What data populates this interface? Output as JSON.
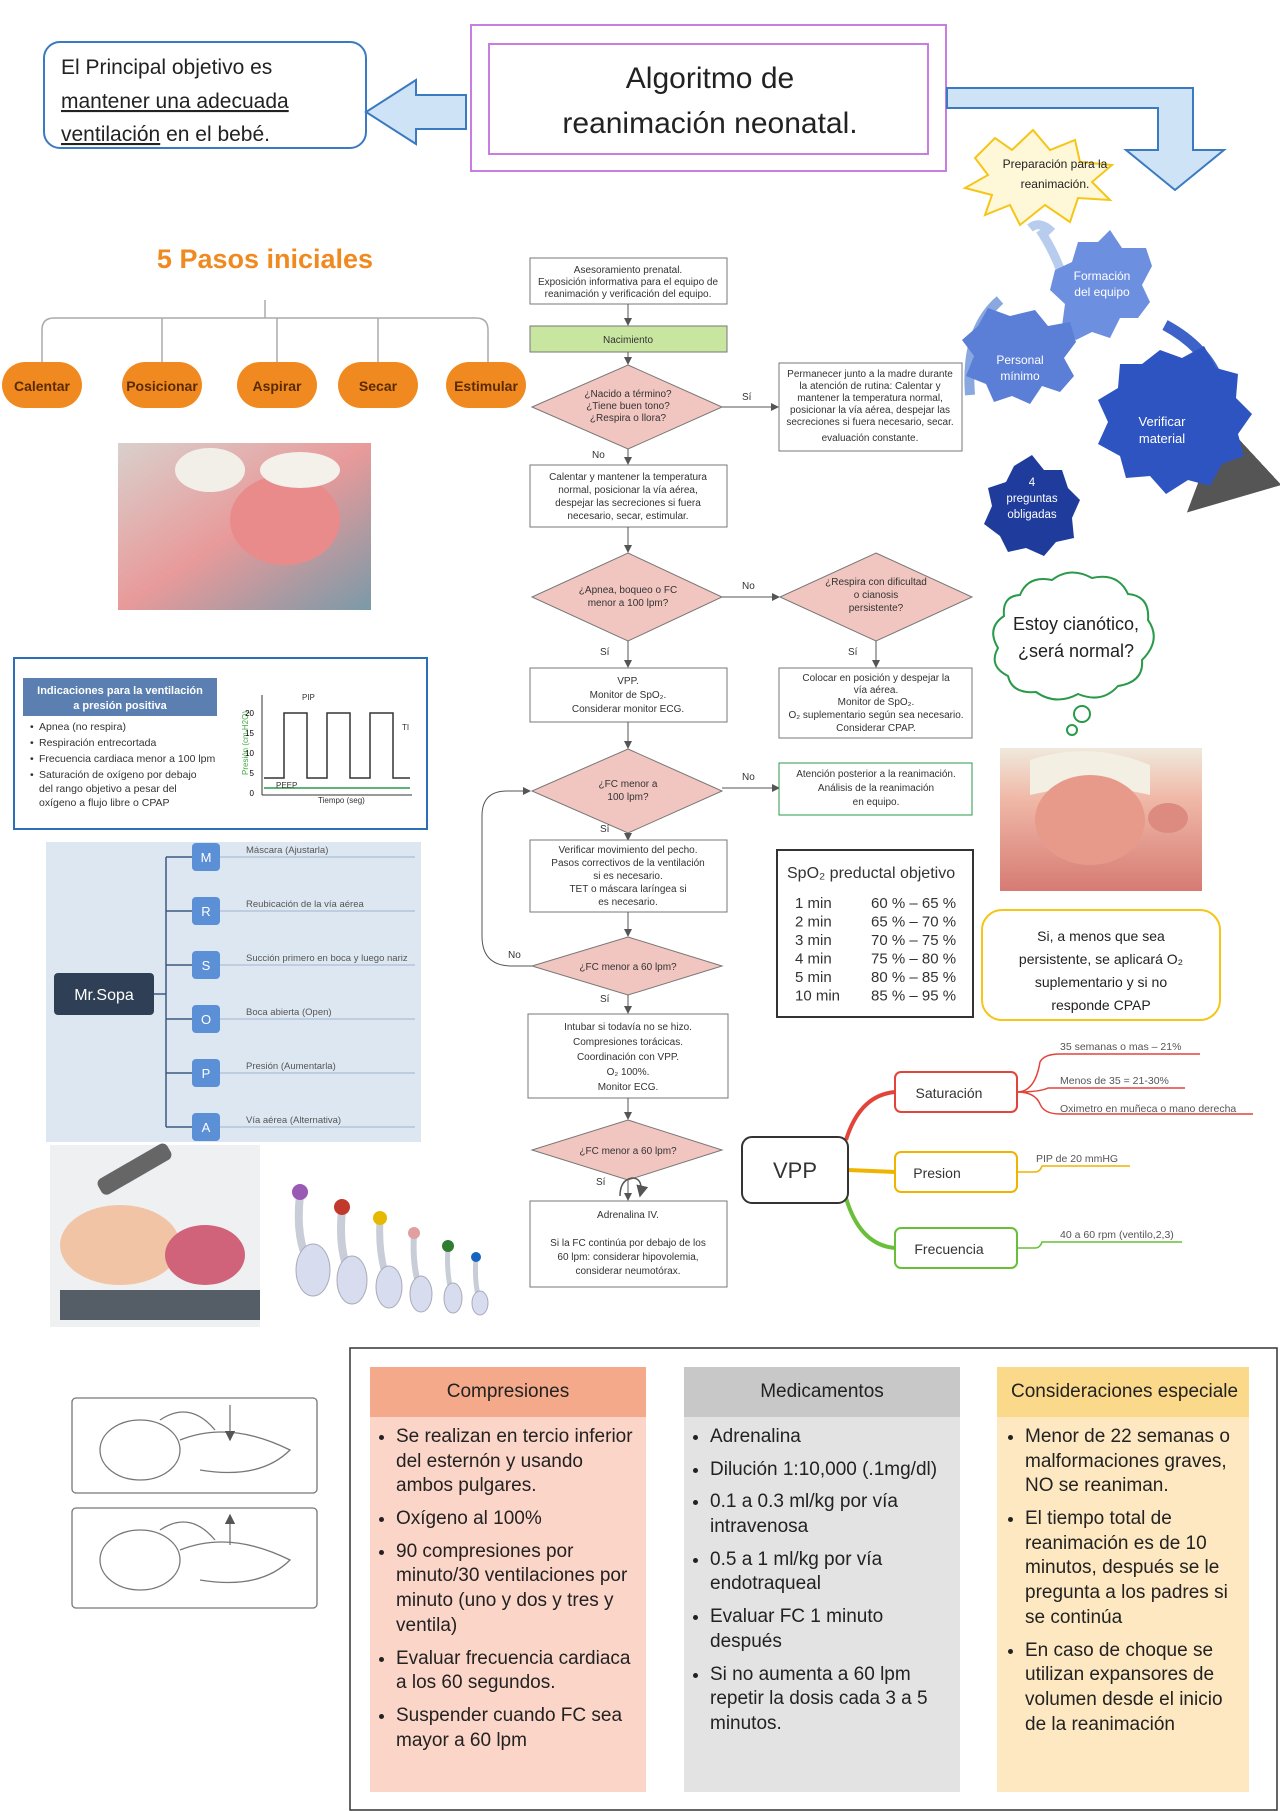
{
  "title": {
    "line1": "Algoritmo de",
    "line2": "reanimación neonatal."
  },
  "objective": {
    "pre": "El Principal objetivo es",
    "u1": "mantener una adecuada",
    "u2": "ventilación",
    "post": " en el bebé."
  },
  "burst": {
    "line1": "Preparación para la",
    "line2": "reanimación."
  },
  "gears": {
    "formacion": [
      "Formación",
      "del equipo"
    ],
    "personal": [
      "Personal",
      "mínimo"
    ],
    "verificar": [
      "Verificar",
      "material"
    ],
    "preguntas": [
      "4",
      "preguntas",
      "obligadas"
    ]
  },
  "pasos": {
    "heading": "5 Pasos iniciales",
    "items": [
      "Calentar",
      "Posicionar",
      "Aspirar",
      "Secar",
      "Estimular"
    ]
  },
  "indicaciones": {
    "title": [
      "Indicaciones para la ventilación",
      "a presión positiva"
    ],
    "items": [
      "Apnea (no respira)",
      "Respiración entrecortada",
      "Frecuencia cardiaca menor a 100 lpm",
      "Saturación de oxígeno por debajo del rango objetivo a pesar del oxígeno a flujo libre o CPAP"
    ],
    "graph": {
      "pip": "PIP",
      "peep": "PEEP",
      "ti": "TI",
      "ylabel": "Presión (cm H2O)",
      "xlabel": "Tiempo (seg)",
      "yticks": [
        "20",
        "15",
        "10",
        "5",
        "0"
      ]
    }
  },
  "mrsopa": {
    "root": "Mr.Sopa",
    "letters": [
      "M",
      "R",
      "S",
      "O",
      "P",
      "A"
    ],
    "labels": [
      "Máscara (Ajustarla)",
      "Reubicación de la vía aérea",
      "Succión primero en boca y luego nariz",
      "Boca abierta (Open)",
      "Presión (Aumentarla)",
      "Vía aérea (Alternativa)"
    ]
  },
  "flow": {
    "prenatal": [
      "Asesoramiento prenatal.",
      "Exposición informativa para el equipo de",
      "reanimación y verificación del equipo."
    ],
    "nacimiento": "Nacimiento",
    "d1": [
      "¿Nacido a término?",
      "¿Tiene buen tono?",
      "¿Respira o llora?"
    ],
    "si": "Sí",
    "no": "No",
    "rutina": [
      "Permanecer junto a la madre durante",
      "la atención de rutina: Calentar y",
      "mantener la temperatura normal,",
      "posicionar la vía aérea, despejar las",
      "secreciones si fuera necesario, secar.",
      "evaluación constante."
    ],
    "calentar": [
      "Calentar y mantener la temperatura",
      "normal, posicionar la vía aérea,",
      "despejar las secreciones si fuera",
      "necesario, secar, estimular."
    ],
    "d2": [
      "¿Apnea, boqueo o FC",
      "menor a 100 lpm?"
    ],
    "d2b": [
      "¿Respira con dificultad",
      "o cianosis",
      "persistente?"
    ],
    "vpp": [
      "VPP.",
      "Monitor de SpO₂.",
      "Considerar monitor ECG."
    ],
    "colocar": [
      "Colocar en posición y despejar la",
      "vía aérea.",
      "Monitor de SpO₂.",
      "O₂ suplementario según sea necesario.",
      "Considerar CPAP."
    ],
    "d3": [
      "¿FC menor a",
      "100 lpm?"
    ],
    "atencion": [
      "Atención posterior a la reanimación.",
      "Análisis de la reanimación",
      "en equipo."
    ],
    "verificar": [
      "Verificar movimiento del pecho.",
      "Pasos correctivos de la ventilación",
      "si es necesario.",
      "TET o máscara laríngea si",
      "es necesario."
    ],
    "d4": "¿FC menor a 60 lpm?",
    "intubar": [
      "Intubar si todavía no se hizo.",
      "Compresiones torácicas.",
      "Coordinación con VPP.",
      "O₂ 100%.",
      "Monitor ECG."
    ],
    "d5": "¿FC menor a 60 lpm?",
    "adrenalina": [
      "Adrenalina IV.",
      "Si la FC continúa por debajo de los",
      "60 lpm: considerar hipovolemia,",
      "considerar neumotórax."
    ]
  },
  "spo2": {
    "title": "SpO₂ preductal objetivo",
    "rows": [
      {
        "t": "1 min",
        "v": "60 % – 65 %"
      },
      {
        "t": "2 min",
        "v": "65 % – 70 %"
      },
      {
        "t": "3 min",
        "v": "70 % – 75 %"
      },
      {
        "t": "4 min",
        "v": "75 % – 80 %"
      },
      {
        "t": "5 min",
        "v": "80 % – 85 %"
      },
      {
        "t": "10 min",
        "v": "85 % – 95 %"
      }
    ]
  },
  "thought": {
    "line1": "Estoy cianótico,",
    "line2": "¿será normal?"
  },
  "note": {
    "lines": [
      "Si, a menos que sea",
      "persistente, se aplicará O₂",
      "suplementario y si no",
      "responde CPAP"
    ]
  },
  "vppmap": {
    "root": "VPP",
    "saturacion": "Saturación",
    "presion": "Presion",
    "frecuencia": "Frecuencia",
    "sat1": "35 semanas o mas – 21%",
    "sat2": "Menos de 35 = 21-30%",
    "sat3": "Oximetro en muñeca o mano derecha",
    "pres1": "PIP de 20 mmHG",
    "freq1": "40 a 60 rpm (ventilo,2,3)"
  },
  "bottom": {
    "compresiones": {
      "title": "Compresiones",
      "items": [
        "Se realizan en tercio inferior del esternón y usando ambos pulgares.",
        "Oxígeno al 100%",
        "90 compresiones por minuto/30 ventilaciones por minuto (uno y dos y tres y ventila)",
        "Evaluar frecuencia cardiaca a los 60 segundos.",
        "Suspender cuando FC sea mayor a 60 lpm"
      ]
    },
    "medicamentos": {
      "title": "Medicamentos",
      "items": [
        "Adrenalina",
        "Dilución 1:10,000 (.1mg/dl)",
        "0.1 a 0.3 ml/kg por vía intravenosa",
        "0.5 a 1 ml/kg por vía endotraqueal",
        "Evaluar FC 1 minuto después",
        "Si no aumenta a 60 lpm repetir la dosis cada 3 a 5 minutos."
      ]
    },
    "consideraciones": {
      "title": "Consideraciones especiale",
      "items": [
        "Menor de 22 semanas o malformaciones graves, NO se reaniman.",
        "El tiempo total de reanimación es de 10 minutos, después se le pregunta a los padres si se continúa",
        "En caso de choque se utilizan expansores de volumen desde el inicio de la reanimación"
      ]
    }
  },
  "colors": {
    "title_border": "#c77ee0",
    "arrow_fill": "#cfe3f7",
    "arrow_stroke": "#3a7ac0",
    "pasos_orange": "#f08a20",
    "gear_blue": "#5b7fd6",
    "flow_pink": "#f2c6c0",
    "flow_green": "#c8e6a0",
    "note_yellow": "#f5c518"
  }
}
